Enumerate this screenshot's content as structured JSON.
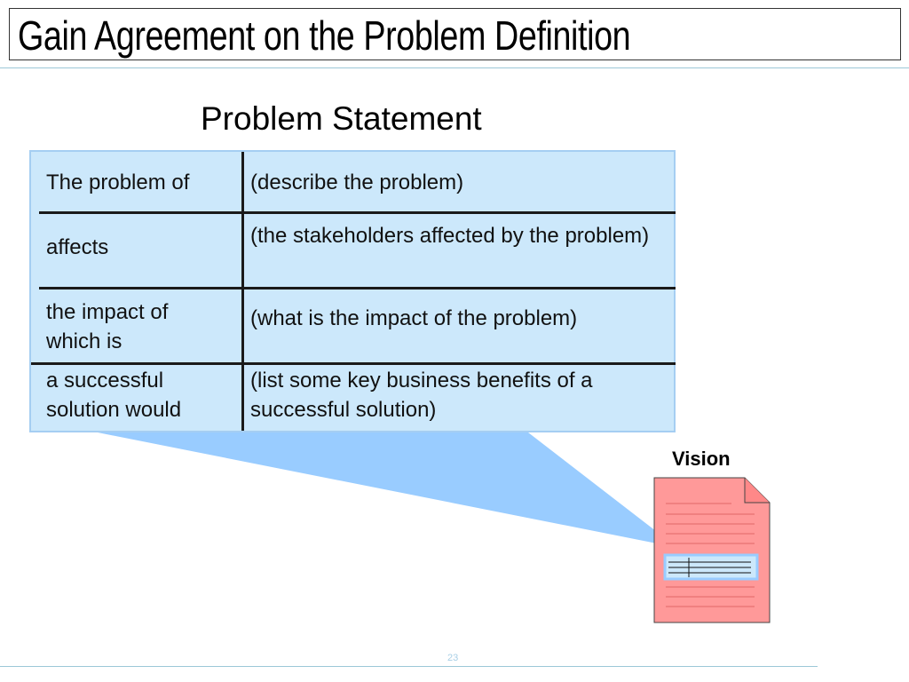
{
  "slide": {
    "title": "Gain Agreement on the Problem Definition",
    "subtitle": "Problem Statement",
    "page_number": "23"
  },
  "problem_table": {
    "rows": [
      {
        "label": "The problem of",
        "description": "(describe the problem)"
      },
      {
        "label": "affects",
        "description": "(the stakeholders affected by the problem)"
      },
      {
        "label": "the impact of which is",
        "description": "(what is the impact of the problem)"
      },
      {
        "label": "a successful solution would",
        "description": "(list some key business benefits of a successful solution)"
      }
    ]
  },
  "vision_doc": {
    "label": "Vision",
    "icon": "document-icon"
  },
  "colors": {
    "table_fill": "#cce8fb",
    "table_border": "#a5cef2",
    "callout_fill": "#99ccff",
    "document_fill": "#ff9999",
    "rule": "#9cc8d8"
  }
}
